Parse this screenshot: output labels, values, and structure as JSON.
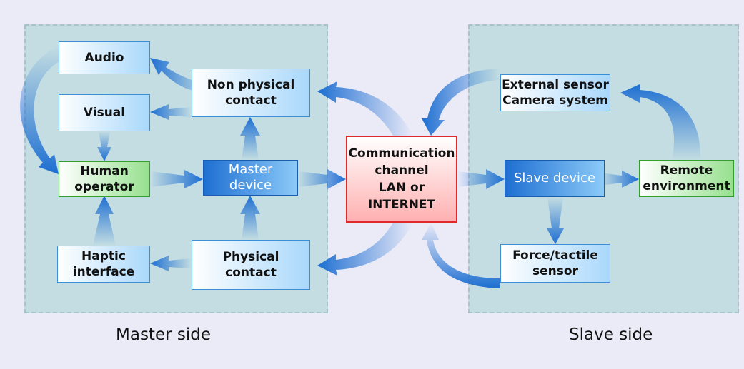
{
  "colors": {
    "background": "#ebebf8",
    "panel": "#c3dde2",
    "arrow": "#1e6fd2",
    "channel_border": "#e02a2a",
    "human_border": "#33a02c",
    "box_border": "#3a8fd6"
  },
  "nodes": {
    "audio": "Audio",
    "visual": "Visual",
    "human_operator": "Human\noperator",
    "haptic_interface": "Haptic\ninterface",
    "non_physical_contact": "Non physical\ncontact",
    "master_device": "Master\ndevice",
    "physical_contact": "Physical\ncontact",
    "communication_channel": "Communication\nchannel\nLAN or\nINTERNET",
    "external_sensor": "External sensor\nCamera system",
    "slave_device": "Slave device",
    "remote_environment": "Remote\nenvironment",
    "force_tactile_sensor": "Force/tactile\nsensor"
  },
  "labels": {
    "master_side": "Master side",
    "slave_side": "Slave side"
  }
}
